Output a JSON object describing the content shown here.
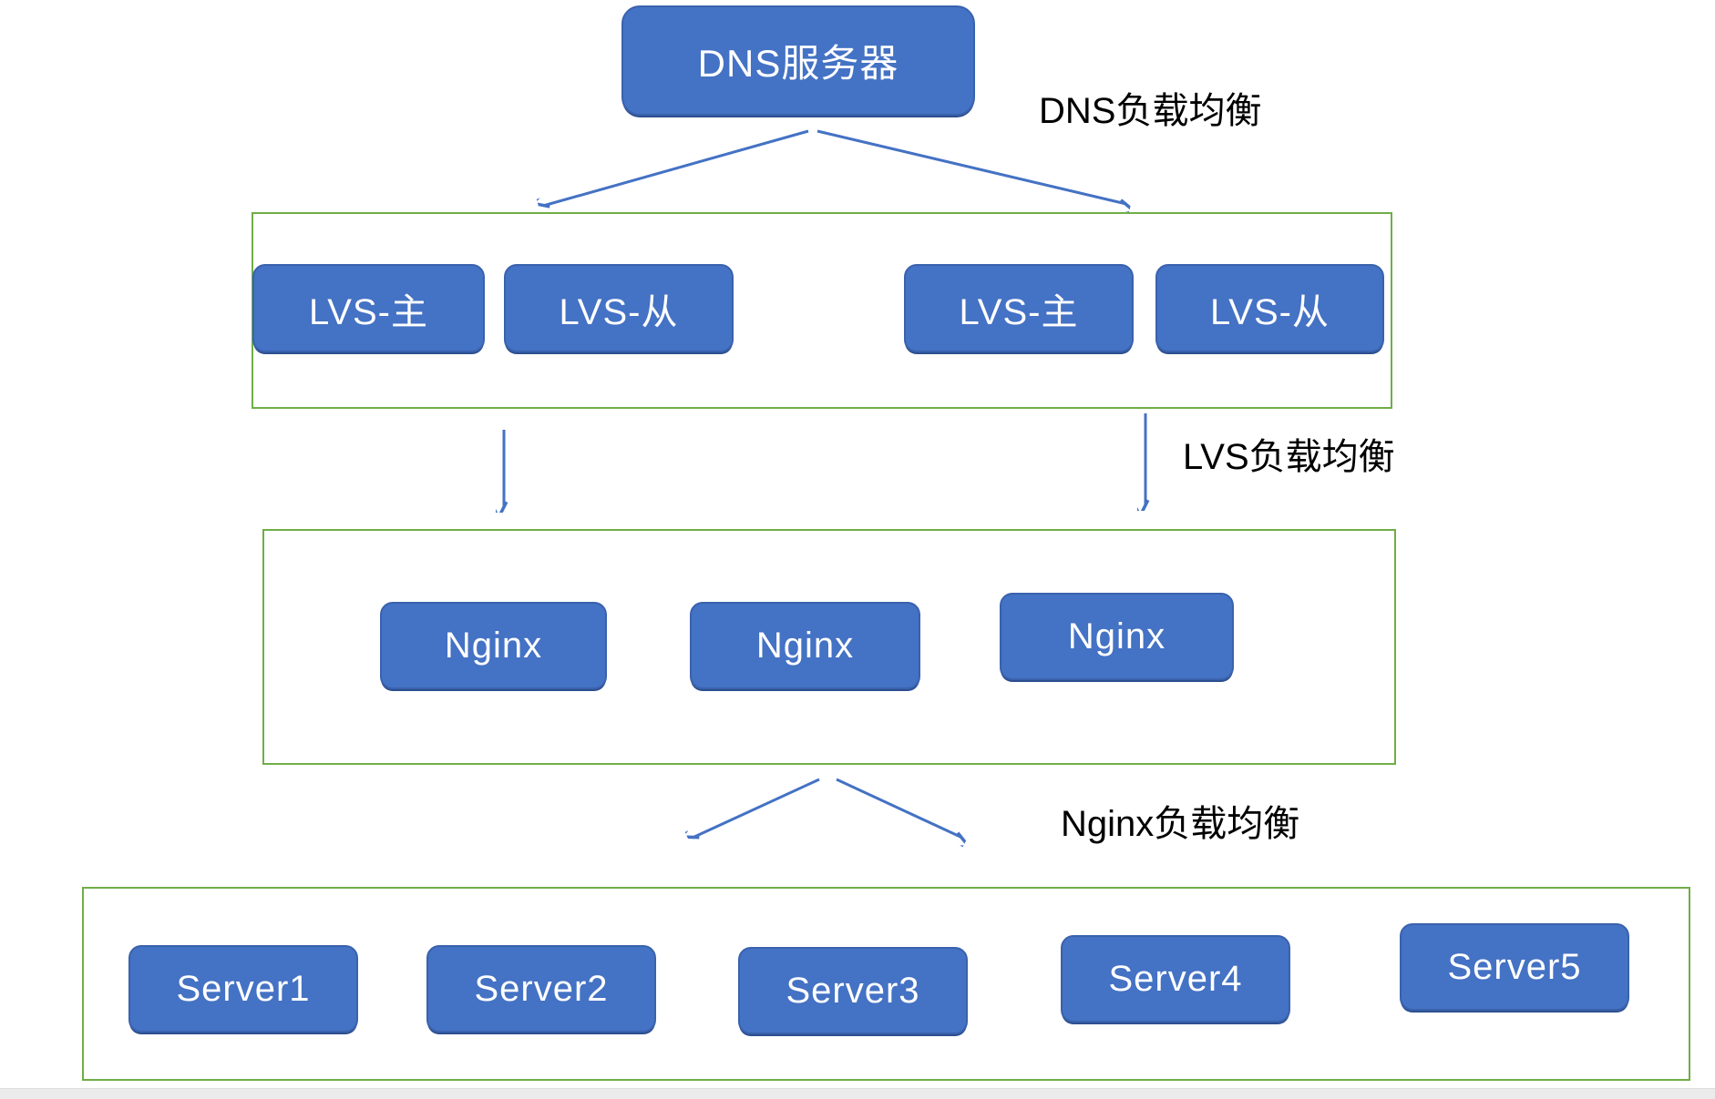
{
  "colors": {
    "node_fill": "#4472c4",
    "node_border": "#3a62ad",
    "node_text": "#ffffff",
    "container_border": "#70ad47",
    "arrow": "#4472c4",
    "annotation_text": "#000000",
    "scrollbar_track": "#ebebeb",
    "background": "#ffffff"
  },
  "diagram": {
    "dns": {
      "label": "DNS服务器"
    },
    "annotations": {
      "dns_lb": "DNS负载均衡",
      "lvs_lb": "LVS负载均衡",
      "nginx_lb": "Nginx负载均衡"
    },
    "lvs_nodes": [
      {
        "label": "LVS-主"
      },
      {
        "label": "LVS-从"
      },
      {
        "label": "LVS-主"
      },
      {
        "label": "LVS-从"
      }
    ],
    "nginx_nodes": [
      {
        "label": "Nginx"
      },
      {
        "label": "Nginx"
      },
      {
        "label": "Nginx"
      }
    ],
    "server_nodes": [
      {
        "label": "Server1"
      },
      {
        "label": "Server2"
      },
      {
        "label": "Server3"
      },
      {
        "label": "Server4"
      },
      {
        "label": "Server5"
      }
    ]
  }
}
